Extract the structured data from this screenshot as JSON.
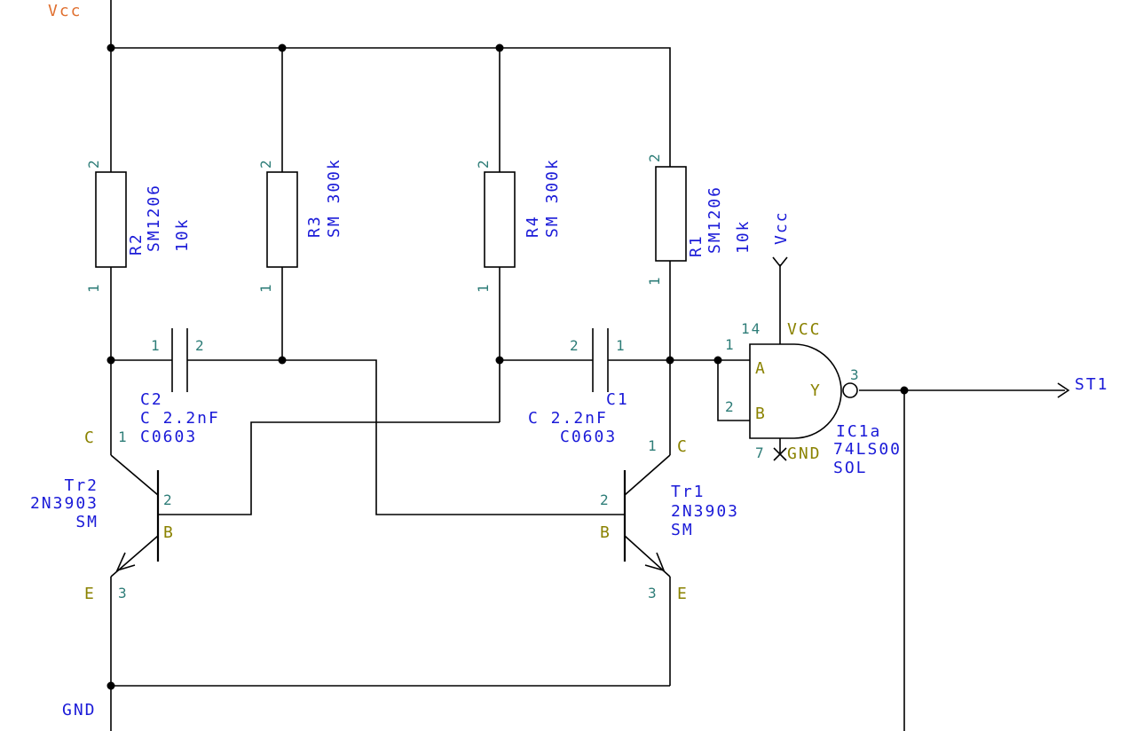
{
  "colors": {
    "wire": "#000000",
    "pin_number": "#2e7d78",
    "component_label": "#1a1ad8",
    "pin_name": "#8a8200",
    "power_label": "#e07030",
    "background": "#ffffff"
  },
  "nets": {
    "vcc": "Vcc",
    "gnd": "GND",
    "output": "ST1",
    "ic_vcc": "Vcc"
  },
  "resistors": {
    "r2": {
      "ref": "R2",
      "footprint": "SM1206",
      "value": "10k",
      "pin_top": "2",
      "pin_bottom": "1"
    },
    "r3": {
      "ref": "R3",
      "value_line": "SM 300k",
      "pin_top": "2",
      "pin_bottom": "1"
    },
    "r4": {
      "ref": "R4",
      "value_line": "SM 300k",
      "pin_top": "2",
      "pin_bottom": "1"
    },
    "r1": {
      "ref": "R1",
      "footprint": "SM1206",
      "value": "10k",
      "pin_top": "2",
      "pin_bottom": "1"
    }
  },
  "capacitors": {
    "c2": {
      "ref": "C2",
      "value": "C 2.2nF",
      "footprint": "C0603",
      "pin_left": "1",
      "pin_right": "2"
    },
    "c1": {
      "ref": "C1",
      "value": "C 2.2nF",
      "footprint": "C0603",
      "pin_left": "2",
      "pin_right": "1"
    }
  },
  "transistors": {
    "tr2": {
      "ref": "Tr2",
      "part": "2N3903",
      "package": "SM",
      "collector_name": "C",
      "collector_pin": "1",
      "base_name": "B",
      "base_pin": "2",
      "emitter_name": "E",
      "emitter_pin": "3"
    },
    "tr1": {
      "ref": "Tr1",
      "part": "2N3903",
      "package": "SM",
      "collector_name": "C",
      "collector_pin": "1",
      "base_name": "B",
      "base_pin": "2",
      "emitter_name": "E",
      "emitter_pin": "3"
    }
  },
  "ic": {
    "ref": "IC1a",
    "part": "74LS00",
    "package": "SOL",
    "in_a_name": "A",
    "in_a_pin": "1",
    "in_b_name": "B",
    "in_b_pin": "2",
    "out_name": "Y",
    "out_pin": "3",
    "vcc_name": "VCC",
    "vcc_pin": "14",
    "gnd_name": "GND",
    "gnd_pin": "7"
  }
}
